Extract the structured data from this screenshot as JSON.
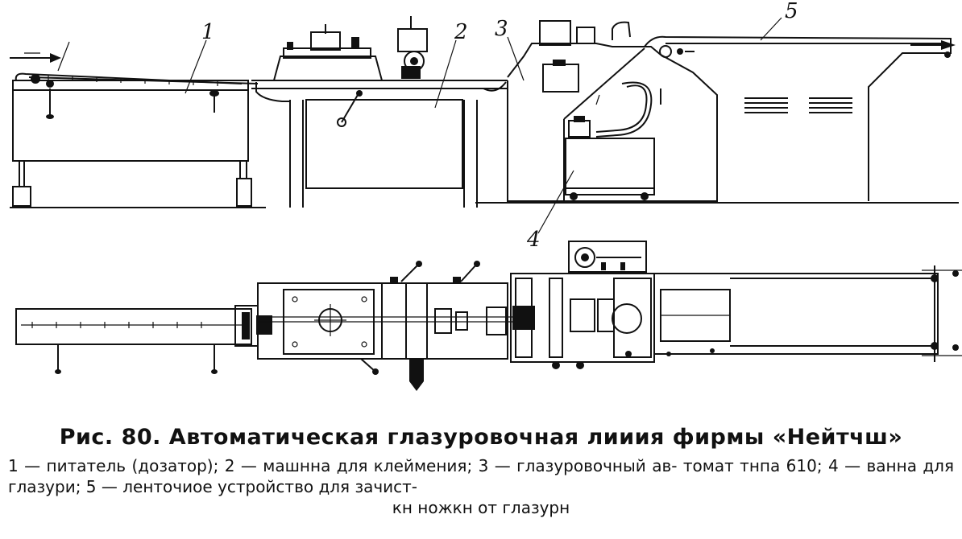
{
  "figure": {
    "caption": "Рис. 80. Автоматическая глазуровочная лииия фирмы «Нейтчш»",
    "legend_line1": "1 — питатель (дозатор); 2 — машнна для клеймения; 3 — глазуровочный ав-",
    "legend_line2": "томат тнпа 610; 4 — ванна для глазури; 5 — ленточиое устройство для зачист-",
    "legend_line3": "кн ножкн от глазурн"
  },
  "callouts": {
    "c1": "1",
    "c2": "2",
    "c3": "3",
    "c4": "4",
    "c5": "5"
  }
}
